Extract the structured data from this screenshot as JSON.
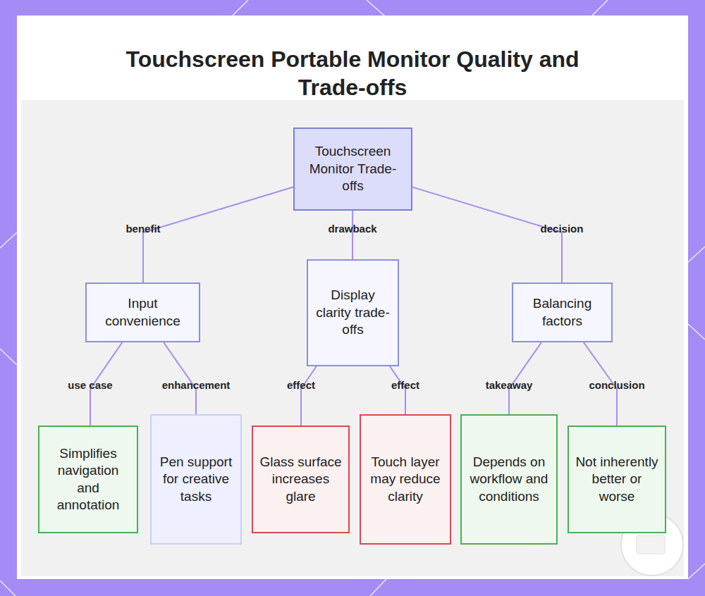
{
  "diagram": {
    "title": "Touchscreen Portable Monitor Quality and Trade-offs",
    "nodes": [
      {
        "text": [
          "Touchscreen Monitor Trade-offs"
        ]
      },
      {
        "text": [
          "Input convenience"
        ]
      },
      {
        "text": [
          "Display clarity trade-offs"
        ]
      },
      {
        "text": [
          "Balancing factors"
        ]
      },
      {
        "text": [
          "Simplifies navigation and annotation"
        ]
      },
      {
        "text": [
          "Pen support for creative tasks"
        ]
      },
      {
        "text": [
          "Glass surface increases glare"
        ]
      },
      {
        "text": [
          "Touch layer may reduce clarity"
        ]
      },
      {
        "text": [
          "Depends on workflow and conditions"
        ]
      },
      {
        "text": [
          "Not inherently better or worse"
        ]
      }
    ],
    "edges": [
      {
        "from": 0,
        "to": 1,
        "label": "benefit",
        "arrow": "none"
      },
      {
        "from": 0,
        "to": 2,
        "label": "drawback",
        "arrow": "none"
      },
      {
        "from": 0,
        "to": 3,
        "label": "decision",
        "arrow": "none"
      },
      {
        "from": 1,
        "to": 4,
        "label": "use case",
        "arrow": "none"
      },
      {
        "from": 1,
        "to": 5,
        "label": "enhancement",
        "arrow": "none"
      },
      {
        "from": 2,
        "to": 6,
        "label": "effect",
        "arrow": "none"
      },
      {
        "from": 2,
        "to": 7,
        "label": "effect",
        "arrow": "none"
      },
      {
        "from": 3,
        "to": 8,
        "label": "takeaway",
        "arrow": "none"
      },
      {
        "from": 3,
        "to": 9,
        "label": "conclusion",
        "arrow": "none"
      }
    ]
  }
}
